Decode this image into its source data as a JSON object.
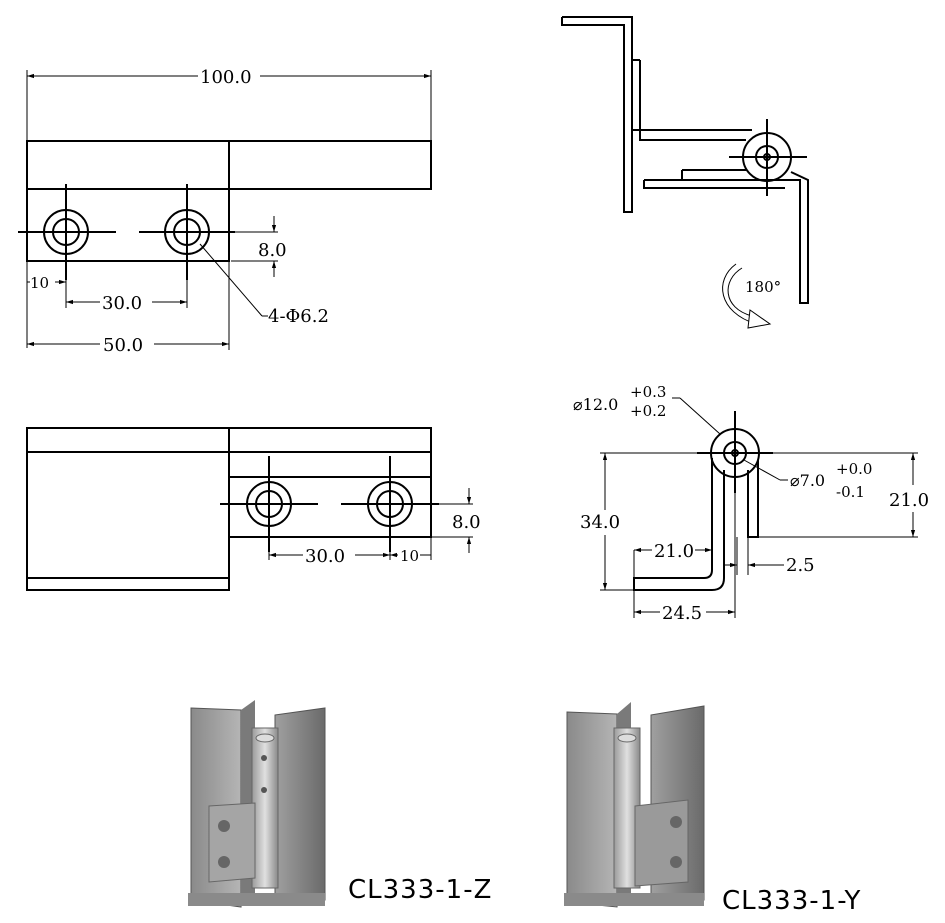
{
  "dimensions": {
    "overall_length": "100.0",
    "hole_vertical_offset": "8.0",
    "edge_offset": "10",
    "hole_pitch": "30.0",
    "leaf_length": "50.0",
    "hole_callout": "4-Φ6.2",
    "rotation_angle": "180°",
    "lower_hole_offset": "8.0",
    "lower_pitch": "30.0",
    "lower_edge_offset": "10",
    "knuckle_outer_dia": "⌀12.0",
    "knuckle_outer_tol_upper": "+0.3",
    "knuckle_outer_tol_lower": "+0.2",
    "pin_dia": "⌀7.0",
    "pin_tol_upper": "+0.0",
    "pin_tol_lower": "-0.1",
    "height_left": "34.0",
    "height_right": "21.0",
    "flange_width": "21.0",
    "thickness": "2.5",
    "base_width": "24.5"
  },
  "models": {
    "left_label": "CL333-1-Z",
    "right_label": "CL333-1-Y"
  },
  "colors": {
    "line": "#000000",
    "metal_dark": "#6e6e6e",
    "metal_mid": "#9a9a9a",
    "metal_light": "#c8c8c8"
  }
}
